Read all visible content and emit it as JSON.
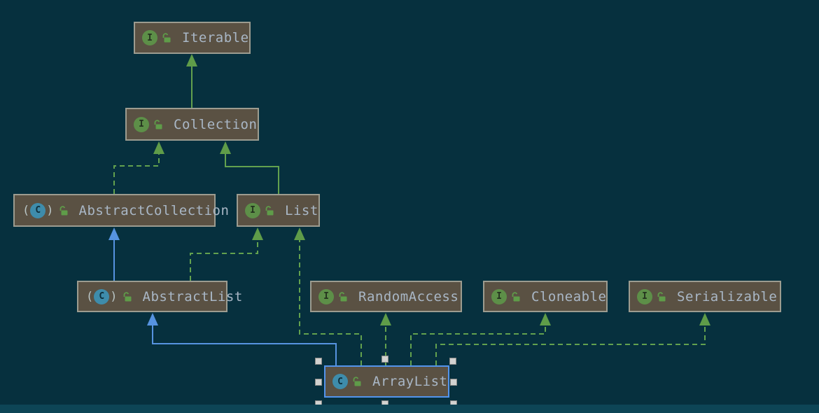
{
  "canvas": {
    "background_color": "#06303e",
    "node_fill_color": "#5a5143",
    "node_border_color": "#9c9c90",
    "node_text_color": "#a9b7c6",
    "selection_color": "#5394ec",
    "edge_green_color": "#62a14e",
    "edge_blue_color": "#5693e0"
  },
  "icons": {
    "interface_icon_color": "#5d8f48",
    "class_icon_color": "#3e8cab",
    "lock_icon_color": "#5f9c49",
    "abstract_markers": {
      "open": "(",
      "close": ")"
    }
  },
  "nodes": [
    {
      "id": "iterable",
      "label": "Iterable",
      "kind": "interface",
      "icon_letter": "I",
      "selected": false
    },
    {
      "id": "collection",
      "label": "Collection",
      "kind": "interface",
      "icon_letter": "I",
      "selected": false
    },
    {
      "id": "abstract-collection",
      "label": "AbstractCollection",
      "kind": "abstract-class",
      "icon_letter": "C",
      "selected": false
    },
    {
      "id": "list",
      "label": "List",
      "kind": "interface",
      "icon_letter": "I",
      "selected": false
    },
    {
      "id": "abstract-list",
      "label": "AbstractList",
      "kind": "abstract-class",
      "icon_letter": "C",
      "selected": false
    },
    {
      "id": "random-access",
      "label": "RandomAccess",
      "kind": "interface",
      "icon_letter": "I",
      "selected": false
    },
    {
      "id": "cloneable",
      "label": "Cloneable",
      "kind": "interface",
      "icon_letter": "I",
      "selected": false
    },
    {
      "id": "serializable",
      "label": "Serializable",
      "kind": "interface",
      "icon_letter": "I",
      "selected": false
    },
    {
      "id": "array-list",
      "label": "ArrayList",
      "kind": "class",
      "icon_letter": "C",
      "selected": true
    }
  ],
  "edges": [
    {
      "from": "Collection",
      "to": "Iterable",
      "relation": "extends",
      "line": "solid",
      "color": "green"
    },
    {
      "from": "AbstractCollection",
      "to": "Collection",
      "relation": "implements",
      "line": "dashed",
      "color": "green"
    },
    {
      "from": "List",
      "to": "Collection",
      "relation": "extends",
      "line": "solid",
      "color": "green"
    },
    {
      "from": "AbstractList",
      "to": "AbstractCollection",
      "relation": "extends",
      "line": "solid",
      "color": "blue"
    },
    {
      "from": "AbstractList",
      "to": "List",
      "relation": "implements",
      "line": "dashed",
      "color": "green"
    },
    {
      "from": "ArrayList",
      "to": "AbstractList",
      "relation": "extends",
      "line": "solid",
      "color": "blue"
    },
    {
      "from": "ArrayList",
      "to": "List",
      "relation": "implements",
      "line": "dashed",
      "color": "green"
    },
    {
      "from": "ArrayList",
      "to": "RandomAccess",
      "relation": "implements",
      "line": "dashed",
      "color": "green"
    },
    {
      "from": "ArrayList",
      "to": "Cloneable",
      "relation": "implements",
      "line": "dashed",
      "color": "green"
    },
    {
      "from": "ArrayList",
      "to": "Serializable",
      "relation": "implements",
      "line": "dashed",
      "color": "green"
    }
  ]
}
